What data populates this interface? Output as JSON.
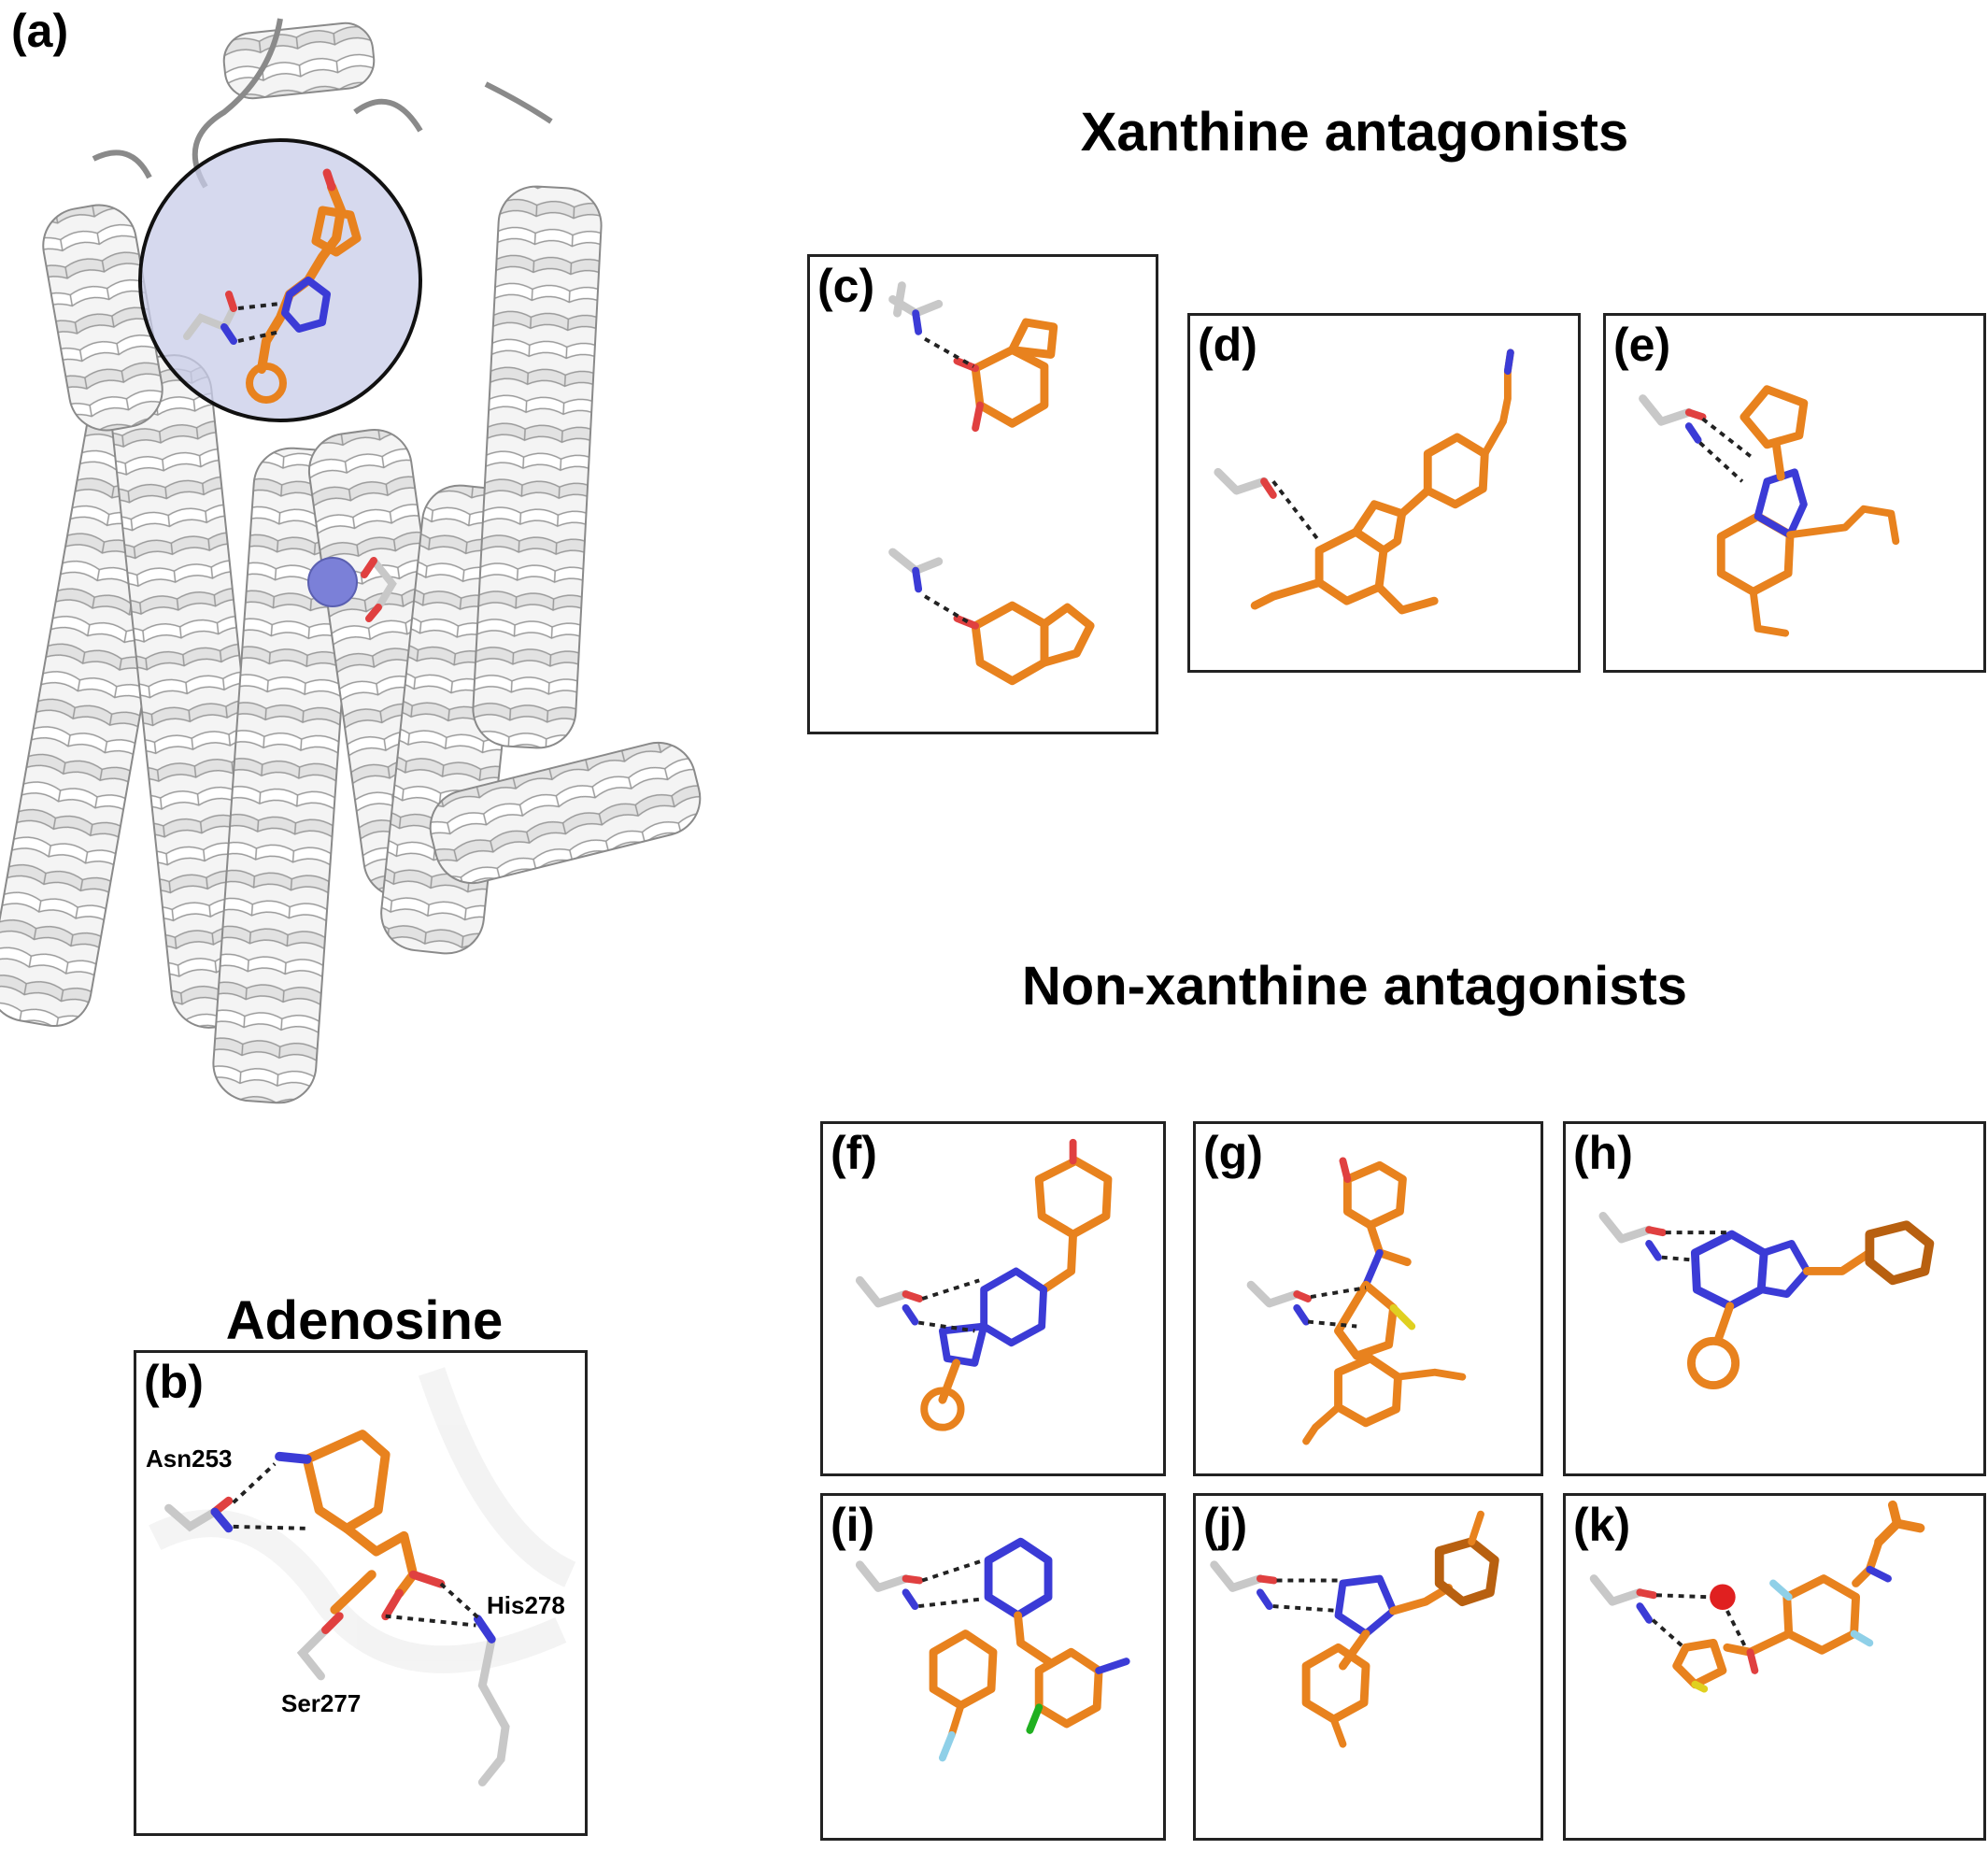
{
  "headings": {
    "xanthine": "Xanthine antagonists",
    "non_xanthine": "Non-xanthine antagonists",
    "adenosine": "Adenosine"
  },
  "panels": {
    "a": "(a)",
    "b": "(b)",
    "c": "(c)",
    "d": "(d)",
    "e": "(e)",
    "f": "(f)",
    "g": "(g)",
    "h": "(h)",
    "i": "(i)",
    "j": "(j)",
    "k": "(k)"
  },
  "residues": {
    "asn": "Asn253",
    "his": "His278",
    "ser": "Ser277"
  },
  "colors": {
    "ligand_carbon": "#e8821e",
    "nitrogen": "#3b3bd6",
    "oxygen": "#e04040",
    "residue": "#c8c8c8",
    "sodium_ion": "#7b80d8",
    "water": "#e02020",
    "fluorine": "#8fd0e8",
    "chlorine": "#20b020",
    "sulfur": "#e0d020",
    "helix": "#f0f0f0",
    "binding_site_circle": "#c8cce8"
  }
}
